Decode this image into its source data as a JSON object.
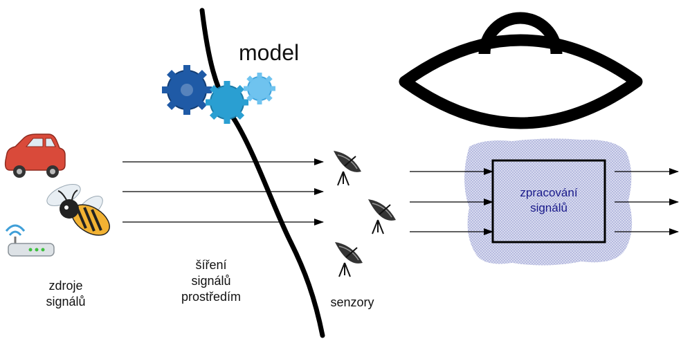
{
  "model_label": "model",
  "processing": {
    "line1": "zpracování",
    "line2": "signálů"
  },
  "sources": {
    "line1": "zdroje",
    "line2": "signálů"
  },
  "propagation": {
    "line1": "šíření",
    "line2": "signálů",
    "line3": "prostředím"
  },
  "sensors": {
    "label": "senzory"
  },
  "colors": {
    "line": "#000000",
    "gear_dark": "#1f5aa6",
    "gear_mid": "#2a9fd2",
    "gear_light": "#6fc3ef",
    "car_red": "#d94a3a",
    "bee_yellow": "#f2b233",
    "processing_fill": "#c5c9e6",
    "processing_box_text": "#1a1a8a"
  },
  "icons": [
    "car-icon",
    "bee-icon",
    "router-icon",
    "gears-icon",
    "eye-icon",
    "satellite-dish-icon"
  ]
}
